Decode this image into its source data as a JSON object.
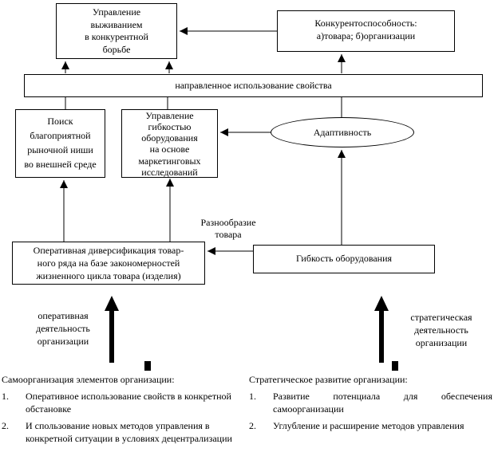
{
  "canvas": {
    "background": "#ffffff",
    "line_color": "#000000"
  },
  "boxes": {
    "survival": {
      "label": "Управление\nвыживанием\nв конкурентной\nборьбе"
    },
    "competitiveness": {
      "label": "Конкурентоспособность:\nа)товара; б)организации"
    },
    "directed_use": {
      "label": "направленное использование свойства"
    },
    "niche_search": {
      "label": "Поиск\nблагоприятной\nрыночной ниши\nво внешней среде"
    },
    "flexibility_management": {
      "label": "Управление\nгибкостью\nоборудования\nна основе\nмаркетинговых\nисследований"
    },
    "adaptivity": {
      "label": "Адаптивность"
    },
    "diversification": {
      "label": "Оперативная диверсификация товар-\nного ряда на базе закономерностей\nжизненного цикла товара (изделия)"
    },
    "equipment_flexibility": {
      "label": "Гибкость оборудования"
    }
  },
  "labels": {
    "product_variety": "Разнообразие\nтовара",
    "operational_activity": "оперативная\nдеятельность\nорганизации",
    "strategic_activity": "стратегическая\nдеятельность\nорганизации"
  },
  "bottom": {
    "left": {
      "heading": "Самоорганизация элементов организации:",
      "items": [
        {
          "num": "1.",
          "text": "Оперативное использование свойств в конкретной обстановке"
        },
        {
          "num": "2.",
          "text": "И спользование новых методов управления в конкретной ситуации в условиях децентрализации"
        }
      ]
    },
    "right": {
      "heading": "Стратегическое развитие организации:",
      "items": [
        {
          "num": "1.",
          "text": "Развитие потенциала для обеспечения самоорганизации"
        },
        {
          "num": "2.",
          "text": "Углубление и расширение методов управления"
        }
      ]
    }
  }
}
